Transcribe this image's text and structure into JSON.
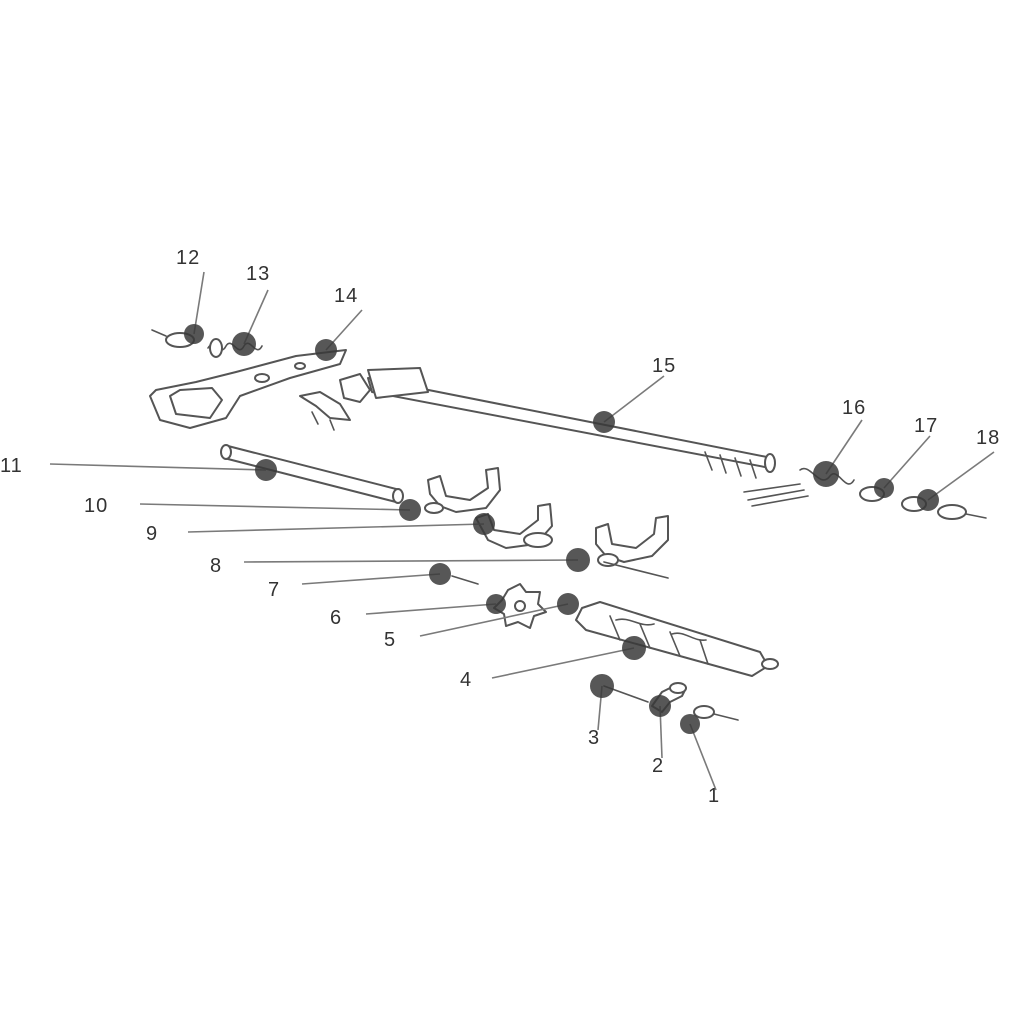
{
  "callouts": [
    {
      "number": "1"
    },
    {
      "number": "2"
    },
    {
      "number": "3"
    },
    {
      "number": "4"
    },
    {
      "number": "5"
    },
    {
      "number": "6"
    },
    {
      "number": "7"
    },
    {
      "number": "8"
    },
    {
      "number": "9"
    },
    {
      "number": "10"
    },
    {
      "number": "11"
    },
    {
      "number": "12"
    },
    {
      "number": "13"
    },
    {
      "number": "14"
    },
    {
      "number": "15"
    },
    {
      "number": "16"
    },
    {
      "number": "17"
    },
    {
      "number": "18"
    }
  ],
  "colors": {
    "line": "#555555",
    "dot": "#3a3a3a",
    "background": "#ffffff"
  }
}
